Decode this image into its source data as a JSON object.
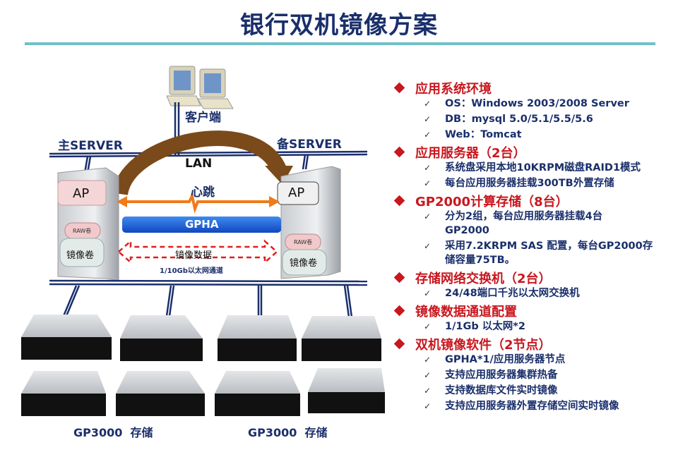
{
  "title": "银行双机镜像方案",
  "diagram": {
    "client_label": "客户端",
    "primary_server_label": "主SERVER",
    "backup_server_label": "备SERVER",
    "lan_label": "LAN",
    "heartbeat_label": "心跳",
    "ap_label": "AP",
    "gpha_label": "GPHA",
    "raw_volume_label": "RAW卷",
    "mirror_volume_label": "镜像卷",
    "mirror_data_label": "镜像数据",
    "channel_label": "1/10Gb以太网通道",
    "storage_group_left": "GP3000  存储",
    "storage_group_right": "GP3000  存储"
  },
  "sections": [
    {
      "title": "应用系统环境",
      "items": [
        "OS：Windows 2003/2008 Server",
        "DB：mysql 5.0/5.1/5.5/5.6",
        "Web：Tomcat"
      ]
    },
    {
      "title": "应用服务器（2台）",
      "items": [
        "系统盘采用本地10KRPM磁盘RAID1模式",
        "每台应用服务器挂载300TB外置存储"
      ]
    },
    {
      "title": "GP2000计算存储（8台）",
      "items": [
        "分为2组，每台应用服务器挂载4台GP2000",
        "采用7.2KRPM SAS 配置，每台GP2000存储容量75TB。"
      ]
    },
    {
      "title": "存储网络交换机（2台）",
      "items": [
        "24/48端口千兆以太网交换机"
      ]
    },
    {
      "title": "镜像数据通道配置",
      "items": [
        "1/1Gb 以太网*2"
      ]
    },
    {
      "title": "双机镜像软件（2节点）",
      "items": [
        "GPHA*1/应用服务器节点",
        "支持应用服务器集群热备",
        "支持数据库文件实时镜像",
        "支持应用服务器外置存储空间实时镜像"
      ]
    }
  ],
  "colors": {
    "navy": "#1a2f6b",
    "red": "#c8171e",
    "teal": "#6fc0c8",
    "gpha_blue": "#1a5fd8",
    "heartbeat_orange": "#f07a1a",
    "arc_brown": "#7a4a1a"
  }
}
